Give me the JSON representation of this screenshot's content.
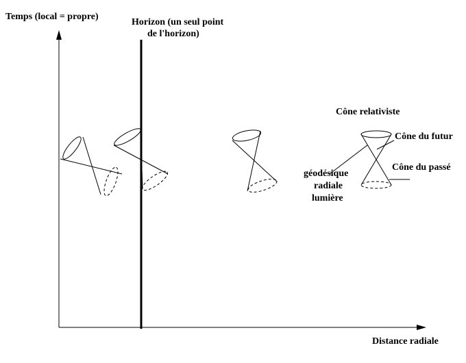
{
  "axes": {
    "y_label": "Temps (local = propre)",
    "x_label": "Distance radiale"
  },
  "horizon": {
    "label_line1": "Horizon (un seul point",
    "label_line2": "de l'horizon)"
  },
  "legend": {
    "title": "Cône relativiste",
    "future_cone": "Cône du futur",
    "past_cone": "Cône du passé",
    "geodesic_line1": "géodésique",
    "geodesic_line2": "radiale",
    "geodesic_line3": "lumière"
  },
  "colors": {
    "ink": "#000000",
    "background": "#ffffff"
  }
}
